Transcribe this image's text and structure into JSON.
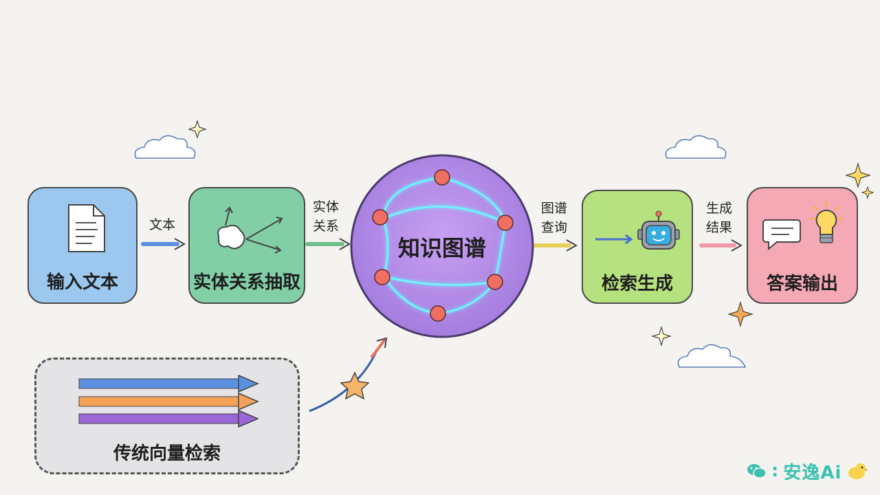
{
  "nodes": {
    "input_text": "输入文本",
    "entity_extraction": "实体关系抽取",
    "knowledge_graph": "知识图谱",
    "retrieval_generation": "检索生成",
    "answer_output": "答案输出",
    "traditional_vector_retrieval": "传统向量检索"
  },
  "edges": {
    "text_line1": "文本",
    "entity_relation_line1": "实体",
    "entity_relation_line2": "关系",
    "graph_query_line1": "图谱",
    "graph_query_line2": "查询",
    "gen_result_line1": "生成",
    "gen_result_line2": "结果"
  },
  "watermark": {
    "prefix": ":",
    "text": "安逸Ai"
  },
  "colors": {
    "input_box": "#9cc8ef",
    "extraction_box": "#82cfa6",
    "graph_circle": "#b58be6",
    "retrieval_box": "#b5e27e",
    "answer_box": "#f4a9b5",
    "traditional_box": "#e4e4e6",
    "arrow_blue": "#5b8fe0",
    "arrow_orange": "#f4a25a",
    "arrow_purple": "#9b67d6",
    "arrow_green": "#6fbf8c",
    "arrow_yellow": "#e5cf5a",
    "arrow_pink": "#ef9aa6",
    "graph_node": "#ef6f63",
    "graph_edge": "#6ff2ff",
    "watermark_teal": "#3cc0b0"
  },
  "icons": [
    "document-icon",
    "extraction-arrows-icon",
    "robot-icon",
    "chat-bubble-icon",
    "lightbulb-icon",
    "star-icon",
    "sparkle-icon",
    "cloud-icon",
    "wechat-icon",
    "chick-icon"
  ]
}
